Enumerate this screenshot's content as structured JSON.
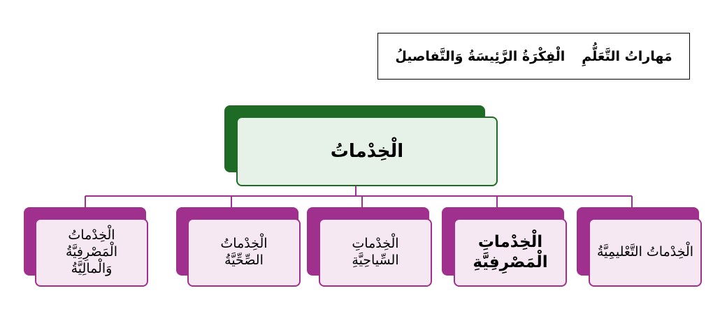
{
  "header": {
    "part1": "مَهاراتُ التَّعَلُّمِ",
    "part2": "الْفِكْرَةُ الرَّئِيسَةُ وَالتَّفاصيلُ"
  },
  "root": {
    "label": "الْخِدْماتُ"
  },
  "children": [
    {
      "label": "الْخِدْماتُ التَّعْليمِيَّةُ"
    },
    {
      "label": "الْخِدْماتِ\nالْمَصْرِفِيَّةِ"
    },
    {
      "label": "الْخِدْماتِ\nالسِّياحِيَّةِ"
    },
    {
      "label": "الْخِدْماتُ\nالصِّحِّيَّةُ"
    },
    {
      "label": "الْخِدْماتُ الْمَصْرِفِيَّةُ\nوَالْمالِيَّةُ"
    }
  ],
  "colors": {
    "root_dark": "#1d6b24",
    "root_light": "#e6f1e7",
    "child_dark": "#a0308e",
    "child_light": "#f5e8f3",
    "connector": "#a0308e"
  }
}
